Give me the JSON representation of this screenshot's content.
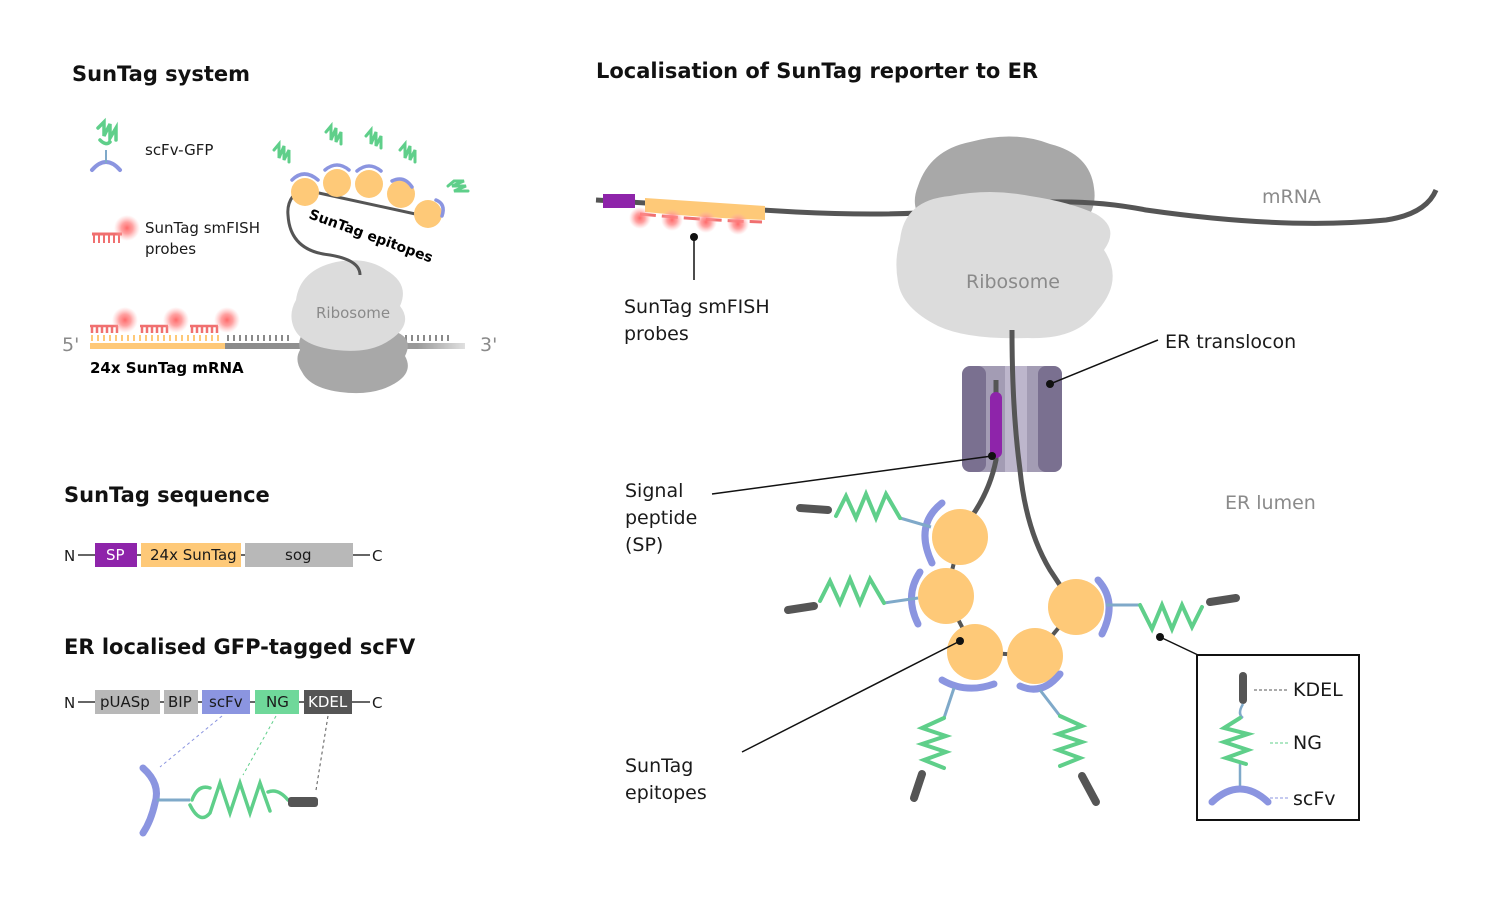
{
  "left": {
    "suntag_system": {
      "title": "SunTag system",
      "legend_scfv_gfp": "scFv-GFP",
      "legend_probes_line1": "SunTag smFISH",
      "legend_probes_line2": "probes",
      "epitopes_label": "SunTag epitopes",
      "ribosome_label": "Ribosome",
      "five_prime": "5'",
      "three_prime": "3'",
      "mrna_label": "24x SunTag mRNA"
    },
    "suntag_sequence": {
      "title": "SunTag sequence",
      "n_term": "N",
      "c_term": "C",
      "segments": [
        "SP",
        "24x SunTag",
        "sog"
      ]
    },
    "er_scfv": {
      "title": "ER localised GFP-tagged scFV",
      "n_term": "N",
      "c_term": "C",
      "segments": [
        "pUASp",
        "BIP",
        "scFv",
        "NG",
        "KDEL"
      ]
    }
  },
  "right": {
    "title": "Localisation of SunTag reporter to ER",
    "mrna_label": "mRNA",
    "ribosome_label": "Ribosome",
    "probes_line1": "SunTag smFISH",
    "probes_line2": "probes",
    "translocon_label": "ER translocon",
    "signal_line1": "Signal",
    "signal_line2": "peptide",
    "signal_line3": "(SP)",
    "lumen_label": "ER lumen",
    "epitopes_line1": "SunTag",
    "epitopes_line2": "epitopes",
    "legend": [
      "KDEL",
      "NG",
      "scFv"
    ]
  },
  "colors": {
    "purple": "#8e24aa",
    "orange": "#fec978",
    "grey_segment": "#b8b8b8",
    "scfv_blue": "#8b95e0",
    "ng_green": "#6fd89a",
    "kdel_dark": "#555555",
    "probe_red": "#f07070"
  }
}
